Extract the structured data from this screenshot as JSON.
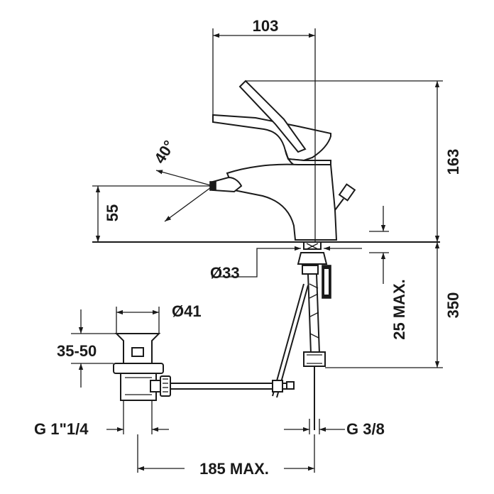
{
  "labels": {
    "width_top": "103",
    "height_total": "163",
    "spout_height": "55",
    "spout_angle": "40°",
    "hole_diameter": "Ø33",
    "max_thickness": "25 MAX.",
    "hose_length": "350",
    "waste_diameter": "Ø41",
    "waste_height": "35-50",
    "waste_thread": "G 1\"1/4",
    "supply_thread": "G 3/8",
    "max_distance": "185 MAX."
  },
  "colors": {
    "ink": "#1a1a1a",
    "background": "#ffffff"
  }
}
